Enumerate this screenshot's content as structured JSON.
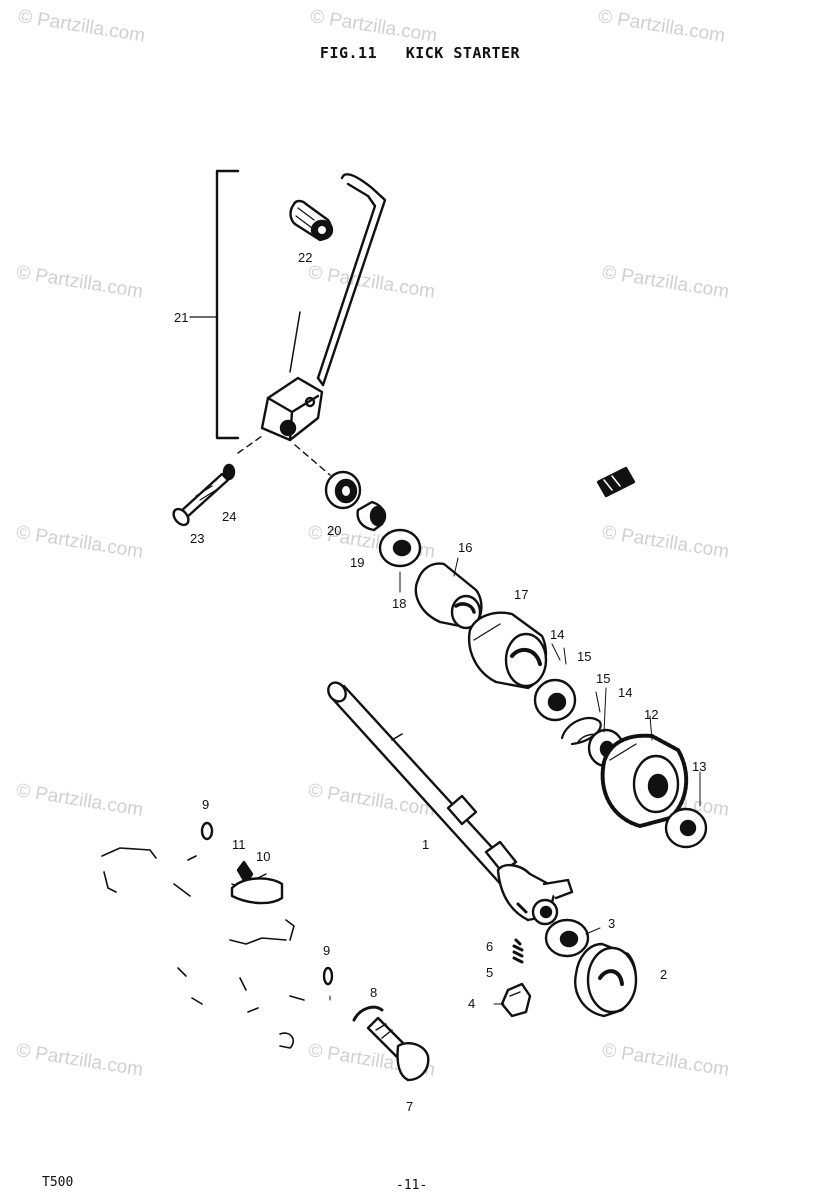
{
  "title": "FIG.11   KICK STARTER",
  "model": "T500",
  "page_number": "-11-",
  "watermark_text": "© Partzilla.com",
  "callouts": [
    "1",
    "2",
    "3",
    "4",
    "5",
    "6",
    "7",
    "8",
    "9",
    "9",
    "10",
    "11",
    "12",
    "13",
    "14",
    "14",
    "15",
    "15",
    "16",
    "17",
    "18",
    "19",
    "20",
    "21",
    "22",
    "23",
    "24"
  ],
  "colors": {
    "ink": "#111111",
    "watermark": "#d0d0d0",
    "paper": "#ffffff"
  }
}
